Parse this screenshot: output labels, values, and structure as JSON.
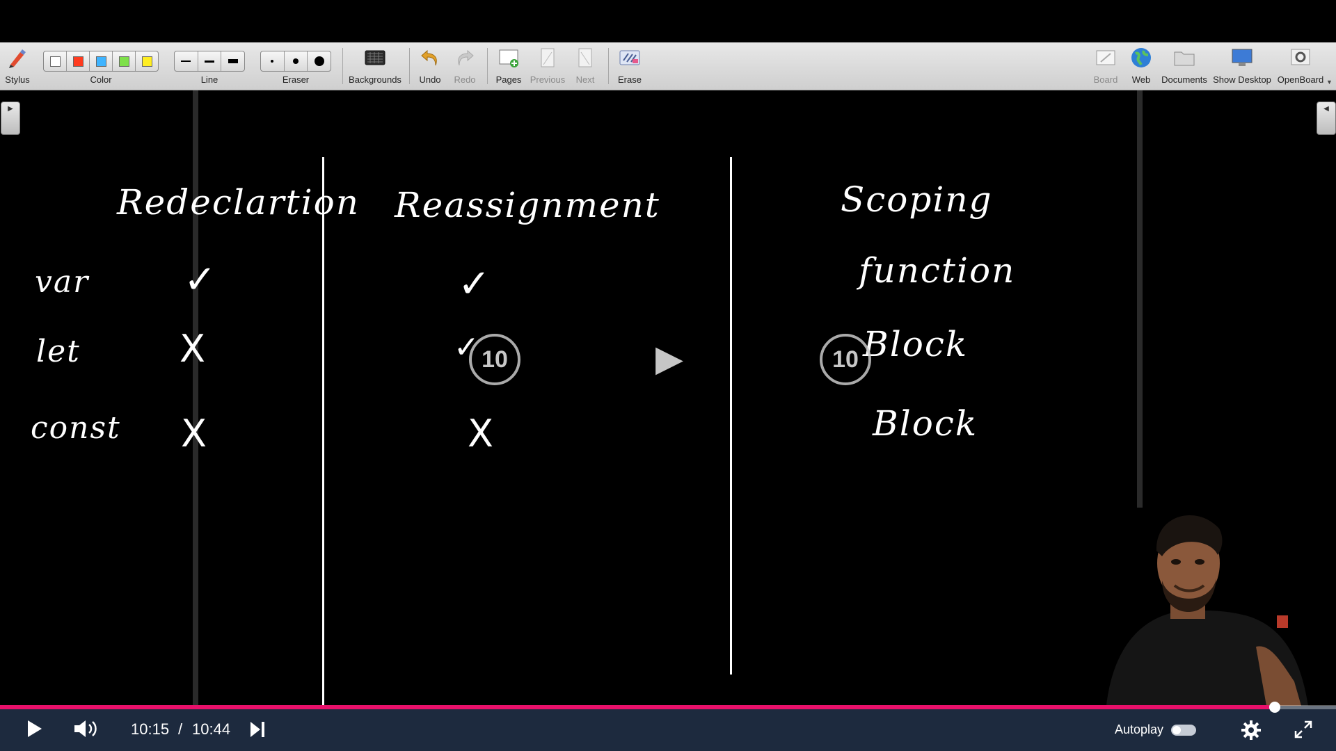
{
  "toolbar": {
    "stylus": "Stylus",
    "color": "Color",
    "line": "Line",
    "eraser": "Eraser",
    "backgrounds": "Backgrounds",
    "undo": "Undo",
    "redo": "Redo",
    "pages": "Pages",
    "previous": "Previous",
    "next": "Next",
    "erase": "Erase",
    "board": "Board",
    "web": "Web",
    "documents": "Documents",
    "show_desktop": "Show Desktop",
    "openboard": "OpenBoard",
    "colors": [
      "#ffffff",
      "#ff3b1f",
      "#3fb4ff",
      "#7ee04a",
      "#ffee22"
    ]
  },
  "board": {
    "headings": {
      "redeclaration": "Redeclartion",
      "reassignment": "Reassignment",
      "scoping": "Scoping"
    },
    "rows": [
      {
        "keyword": "var",
        "redeclaration": "✓",
        "reassignment": "✓",
        "scoping": "function"
      },
      {
        "keyword": "let",
        "redeclaration": "X",
        "reassignment": "✓",
        "scoping": "Block"
      },
      {
        "keyword": "const",
        "redeclaration": "X",
        "reassignment": "X",
        "scoping": "Block"
      }
    ]
  },
  "overlay": {
    "rewind_seconds": "10",
    "forward_seconds": "10",
    "play_glyph": "▶"
  },
  "player": {
    "current_time": "10:15",
    "separator": "/",
    "duration": "10:44",
    "autoplay_label": "Autoplay",
    "autoplay_on": false,
    "progress_fraction": 0.954,
    "accent_color": "#e8106a"
  }
}
